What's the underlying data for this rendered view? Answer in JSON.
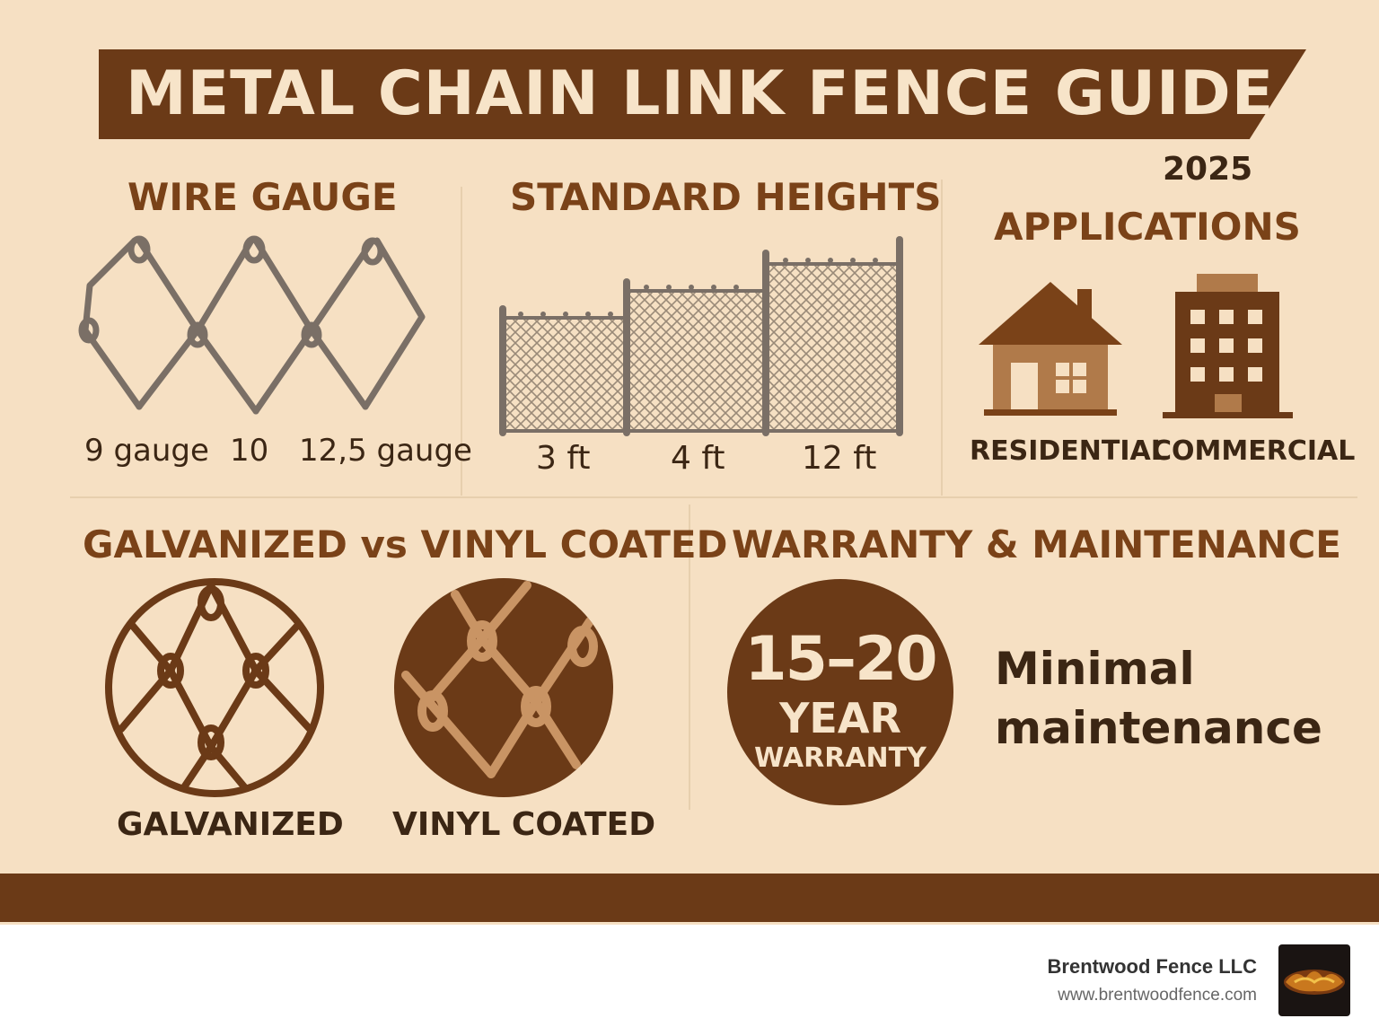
{
  "title": "METAL CHAIN LINK FENCE GUIDE",
  "wire_gauge": {
    "heading": "WIRE GAUGE",
    "labels": [
      "9 gauge",
      "10",
      "12,5 gauge"
    ]
  },
  "heights": {
    "heading": "STANDARD HEIGHTS",
    "labels": [
      "3 ft",
      "4 ft",
      "12 ft"
    ]
  },
  "applications": {
    "year": "2025",
    "heading": "APPLICATIONS",
    "labels": [
      "RESIDENTIAL",
      "COMMERCIAL"
    ]
  },
  "coating": {
    "heading": "GALVANIZED vs VINYL COATED",
    "labels": [
      "GALVANIZED",
      "VINYL COATED"
    ]
  },
  "warranty": {
    "heading": "WARRANTY & MAINTENANCE",
    "badge_number": "15–20",
    "badge_year": "YEAR",
    "badge_word": "WARRANTY",
    "maintenance_line1": "Minimal",
    "maintenance_line2": "maintenance"
  },
  "footer": {
    "company": "Brentwood Fence LLC",
    "url": "www.brentwoodfence.com"
  },
  "colors": {
    "background": "#f6e0c3",
    "brown_dark": "#6b3a17",
    "brown_heading": "#7a4218",
    "brown_light": "#b07a4a",
    "wire_gray": "#7a6f66"
  }
}
